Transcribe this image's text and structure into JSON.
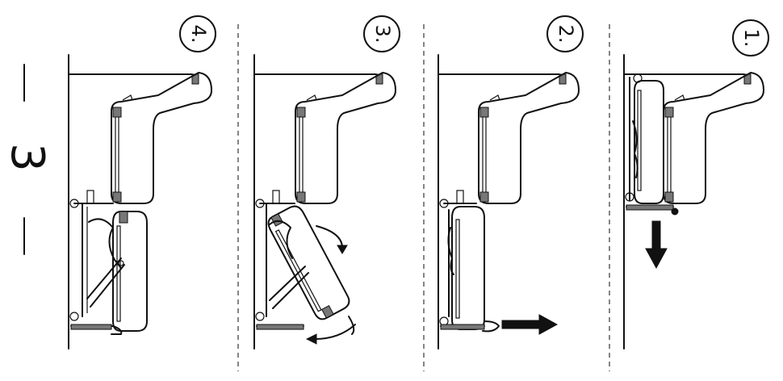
{
  "figure": {
    "number_label": "3",
    "steps": [
      {
        "label": "1.",
        "arrow": "down"
      },
      {
        "label": "2.",
        "arrow": "right"
      },
      {
        "label": "3.",
        "arrow": "rotate"
      },
      {
        "label": "4.",
        "arrow": "none"
      }
    ]
  },
  "colors": {
    "line": "#111111",
    "background": "#ffffff",
    "hatch": "#777777"
  }
}
